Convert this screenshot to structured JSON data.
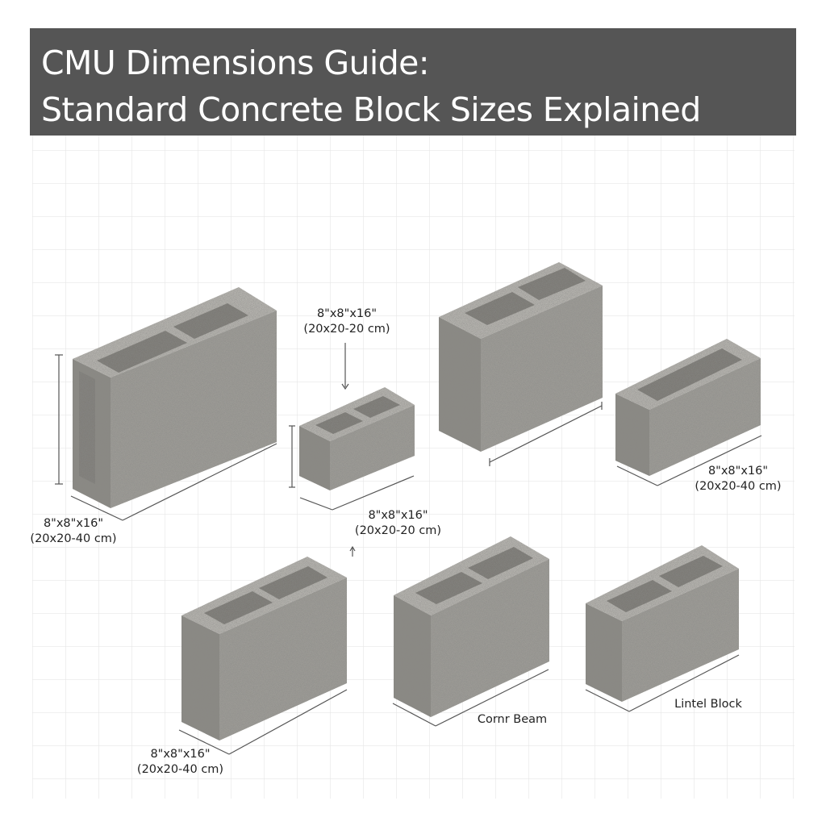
{
  "header": {
    "title_line1": "CMU Dimensions Guide:",
    "title_line2": "Standard Concrete Block Sizes Explained"
  },
  "colors": {
    "title_bar": "#555555",
    "title_text": "#ffffff",
    "grid_line": "#e8e8e8",
    "block_front": "#9c9a95",
    "block_side": "#8a8883",
    "block_top": "#b3b1ac",
    "block_core": "#77756f",
    "dimension_line": "#555555"
  },
  "blocks": [
    {
      "id": "block-1",
      "label_dim": "8\"x8\"x16\"",
      "label_metric": "(20x20-40 cm)"
    },
    {
      "id": "block-2",
      "label_dim_top": "8\"x8\"x16\"",
      "label_metric_top": "(20x20-20 cm)",
      "label_dim": "8\"x8\"x16\"",
      "label_metric": "(20x20-20 cm)"
    },
    {
      "id": "block-3",
      "label_dim": "",
      "label_metric": ""
    },
    {
      "id": "block-4",
      "label_dim": "8\"x8\"x16\"",
      "label_metric": "(20x20-40 cm)"
    },
    {
      "id": "block-5",
      "label_dim": "8\"x8\"x16\"",
      "label_metric": "(20x20-40 cm)"
    },
    {
      "id": "block-6",
      "label_name": "Cornr Beam"
    },
    {
      "id": "block-7",
      "label_name": "Lintel Block"
    }
  ]
}
